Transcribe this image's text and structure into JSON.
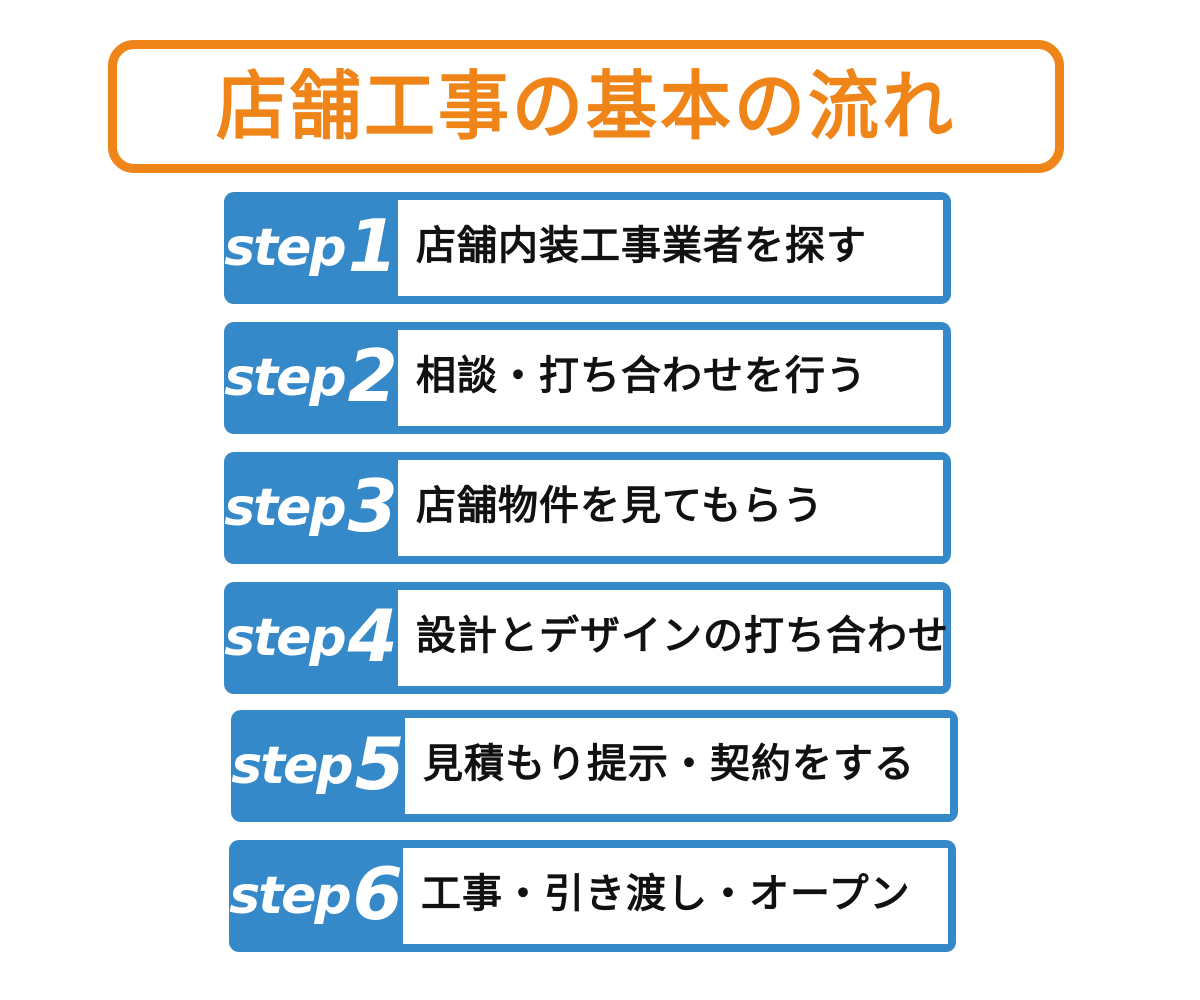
{
  "title": "店舗工事の基本の流れ",
  "colors": {
    "accent_orange": "#ef8419",
    "accent_blue": "#3589c8",
    "step_text": "#111111",
    "step_label_text": "#ffffff",
    "background": "#ffffff"
  },
  "steps": [
    {
      "label": "step",
      "number": "1",
      "text": "店舗内装工事業者を探す"
    },
    {
      "label": "step",
      "number": "2",
      "text": "相談・打ち合わせを行う"
    },
    {
      "label": "step",
      "number": "3",
      "text": "店舗物件を見てもらう"
    },
    {
      "label": "step",
      "number": "4",
      "text": "設計とデザインの打ち合わせ"
    },
    {
      "label": "step",
      "number": "5",
      "text": "見積もり提示・契約をする"
    },
    {
      "label": "step",
      "number": "6",
      "text": "工事・引き渡し・オープン"
    }
  ]
}
